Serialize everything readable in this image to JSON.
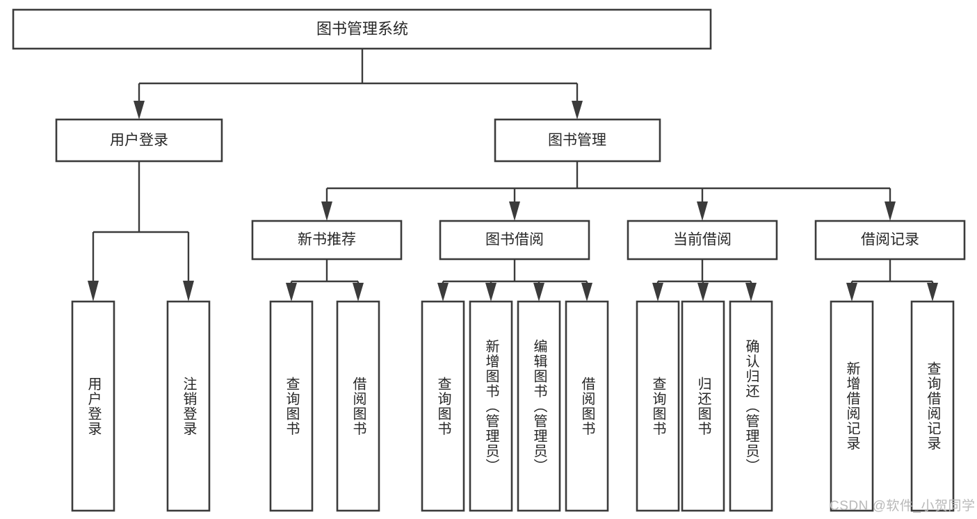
{
  "diagram": {
    "type": "tree-hierarchy",
    "title": "图书管理系统",
    "root": {
      "label": "图书管理系统"
    },
    "level2": [
      {
        "label": "用户登录"
      },
      {
        "label": "图书管理"
      }
    ],
    "level3": [
      {
        "label": "新书推荐"
      },
      {
        "label": "图书借阅"
      },
      {
        "label": "当前借阅"
      },
      {
        "label": "借阅记录"
      }
    ],
    "leaves": {
      "user_login": [
        {
          "label": "用户登录"
        },
        {
          "label": "注销登录"
        }
      ],
      "new_book_recommend": [
        {
          "label": "查询图书"
        },
        {
          "label": "借阅图书"
        }
      ],
      "book_borrow": [
        {
          "label": "查询图书"
        },
        {
          "label": "新增图书（管理员）"
        },
        {
          "label": "编辑图书（管理员）"
        },
        {
          "label": "借阅图书"
        }
      ],
      "current_borrow": [
        {
          "label": "查询图书"
        },
        {
          "label": "归还图书"
        },
        {
          "label": "确认归还（管理员）"
        }
      ],
      "borrow_record": [
        {
          "label": "新增借阅记录"
        },
        {
          "label": "查询借阅记录"
        }
      ]
    }
  },
  "watermark": {
    "text": "CSDN @软件_小贺同学"
  },
  "colors": {
    "stroke": "#3b3b3b",
    "box_fill": "#ffffff",
    "text": "#262626",
    "watermark": "#b9b9b9",
    "background": "#ffffff"
  }
}
